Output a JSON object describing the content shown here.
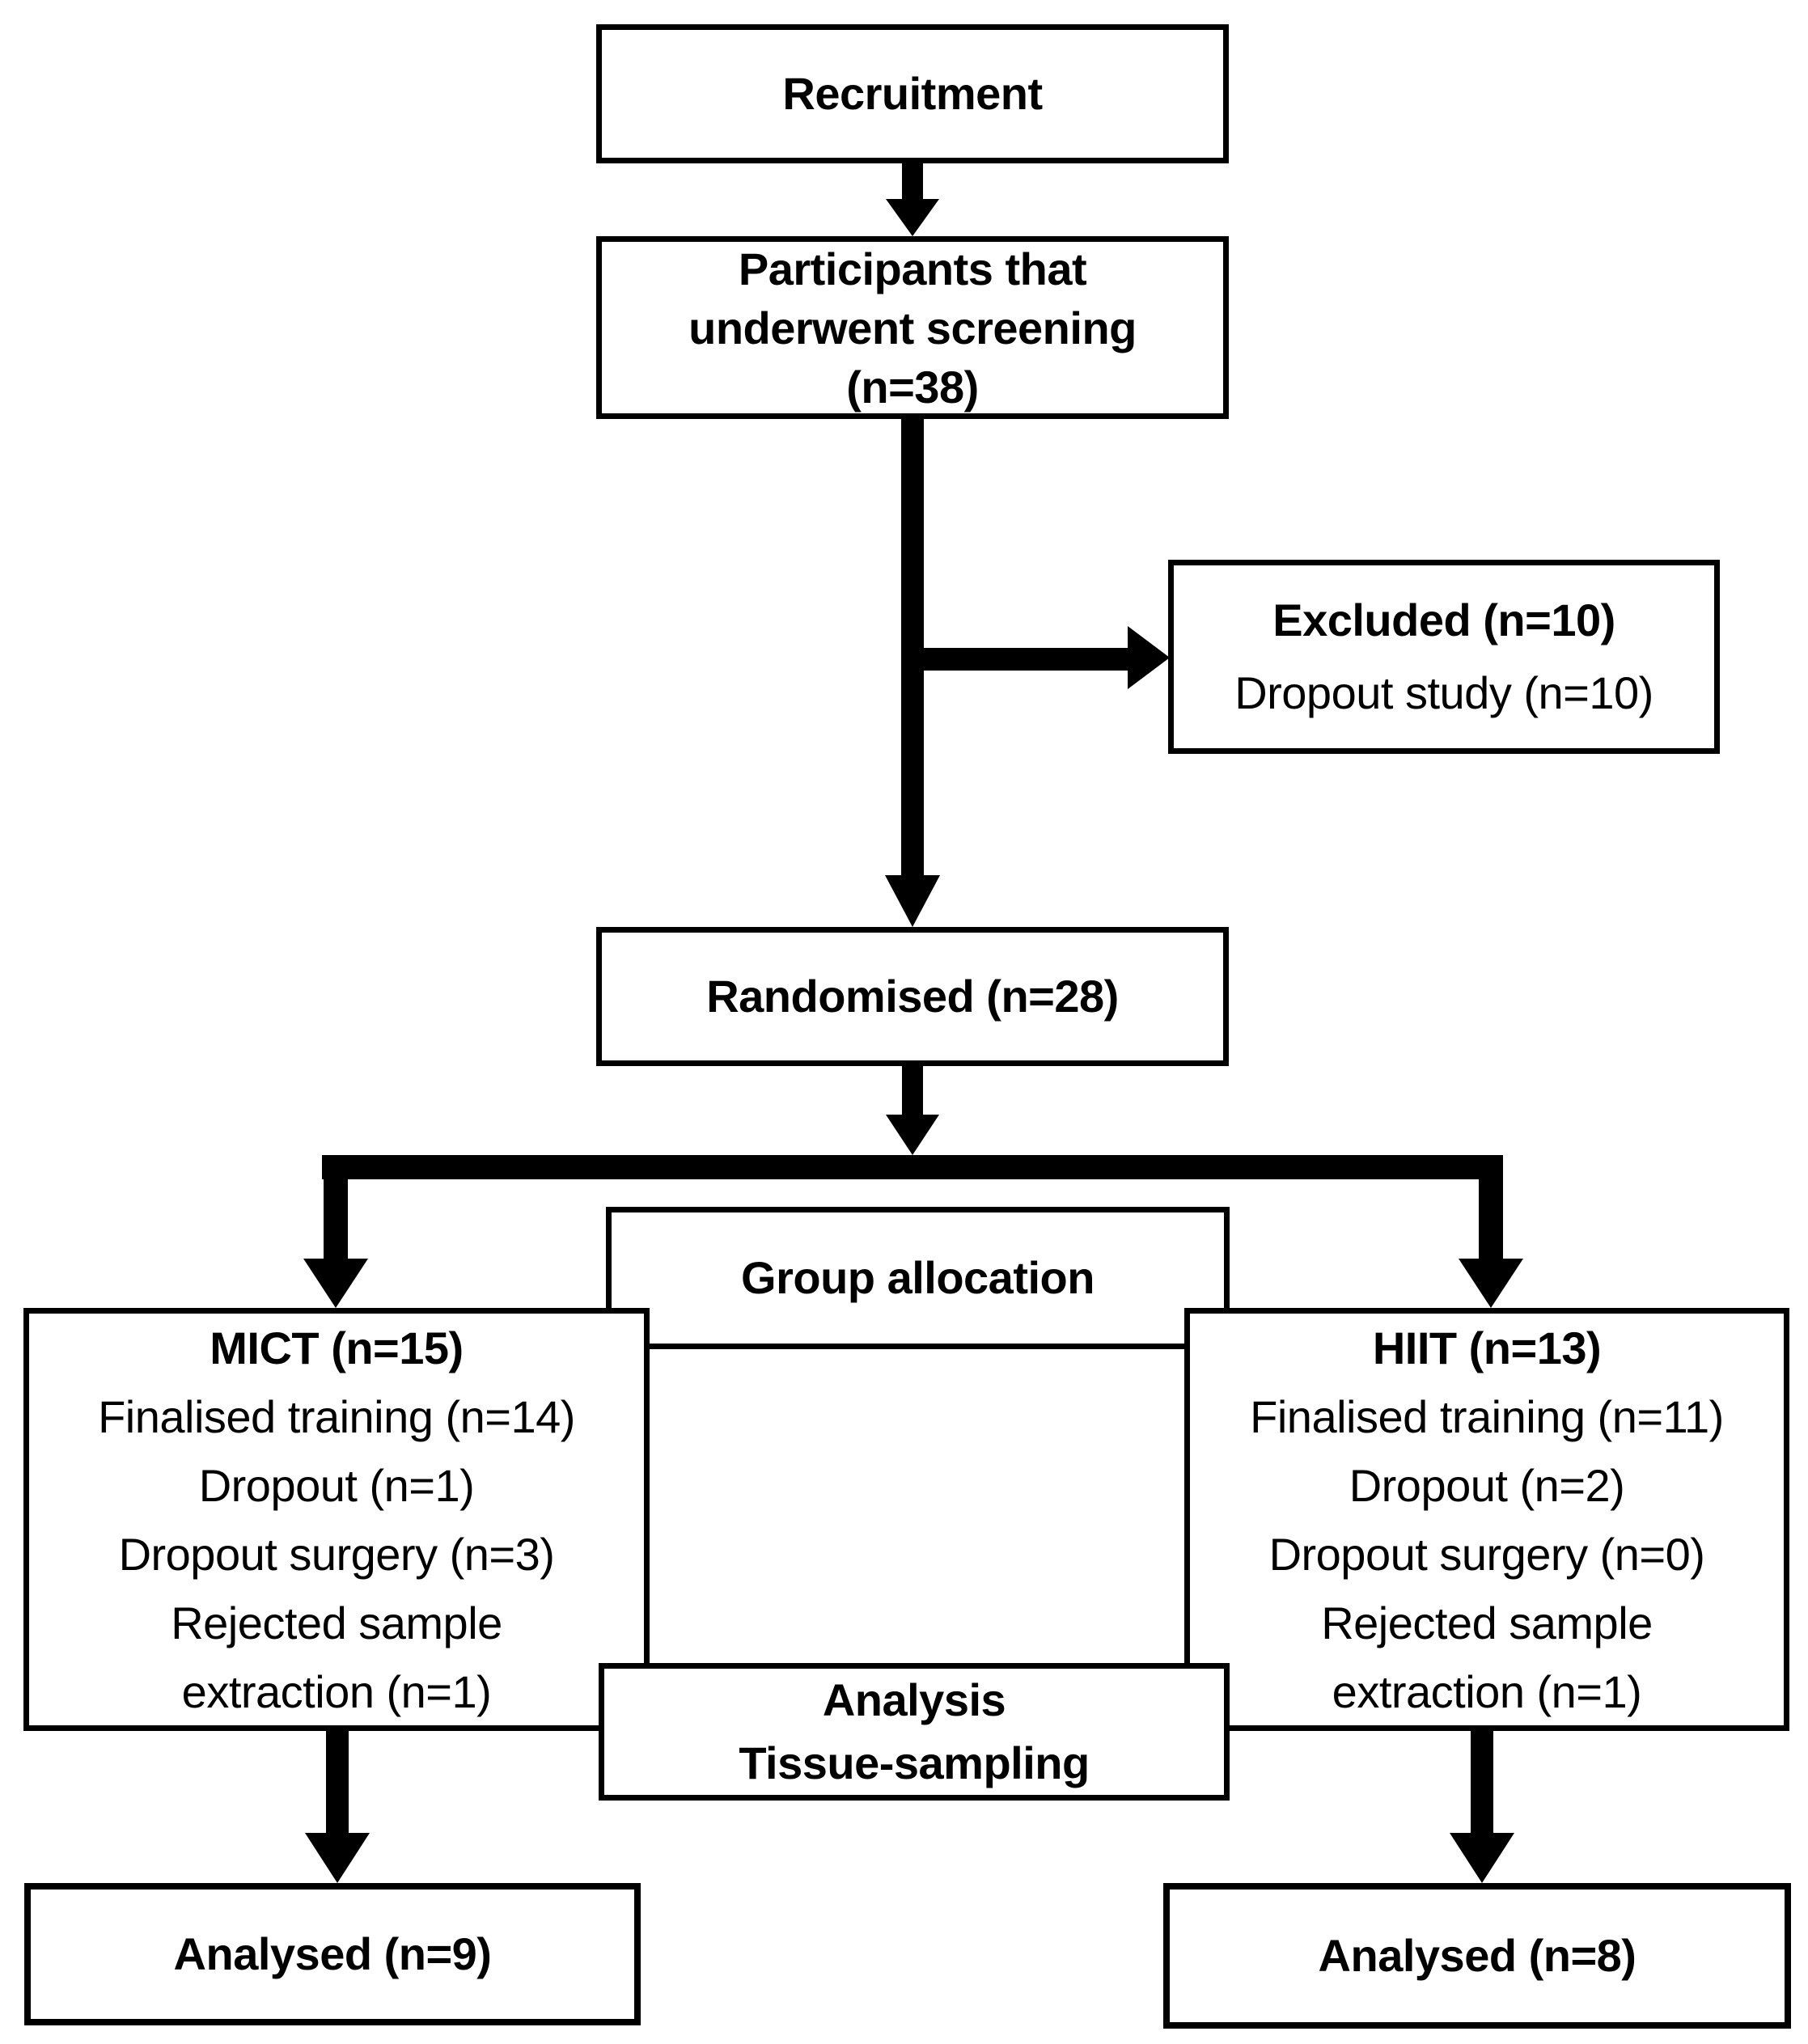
{
  "colors": {
    "line": "#000000",
    "box_fill": "#ffffff",
    "background": "#ffffff"
  },
  "boxes": {
    "recruitment": {
      "title": "Recruitment"
    },
    "screening": {
      "lines": [
        "Participants that",
        "underwent screening",
        "(n=38)"
      ]
    },
    "excluded": {
      "title": "Excluded (n=10)",
      "detail": "Dropout study (n=10)"
    },
    "randomised": {
      "title": "Randomised (n=28)"
    },
    "group_allocation": {
      "title": "Group allocation"
    },
    "mict": {
      "title": "MICT (n=15)",
      "lines": [
        "Finalised training (n=14)",
        "Dropout (n=1)",
        "Dropout surgery (n=3)",
        "Rejected sample",
        "extraction (n=1)"
      ]
    },
    "hiit": {
      "title": "HIIT (n=13)",
      "lines": [
        "Finalised training (n=11)",
        "Dropout (n=2)",
        "Dropout surgery (n=0)",
        "Rejected sample",
        "extraction (n=1)"
      ]
    },
    "analysis": {
      "lines": [
        "Analysis",
        "Tissue-sampling"
      ]
    },
    "analysed_mict": {
      "title": "Analysed (n=9)"
    },
    "analysed_hiit": {
      "title": "Analysed (n=8)"
    }
  }
}
